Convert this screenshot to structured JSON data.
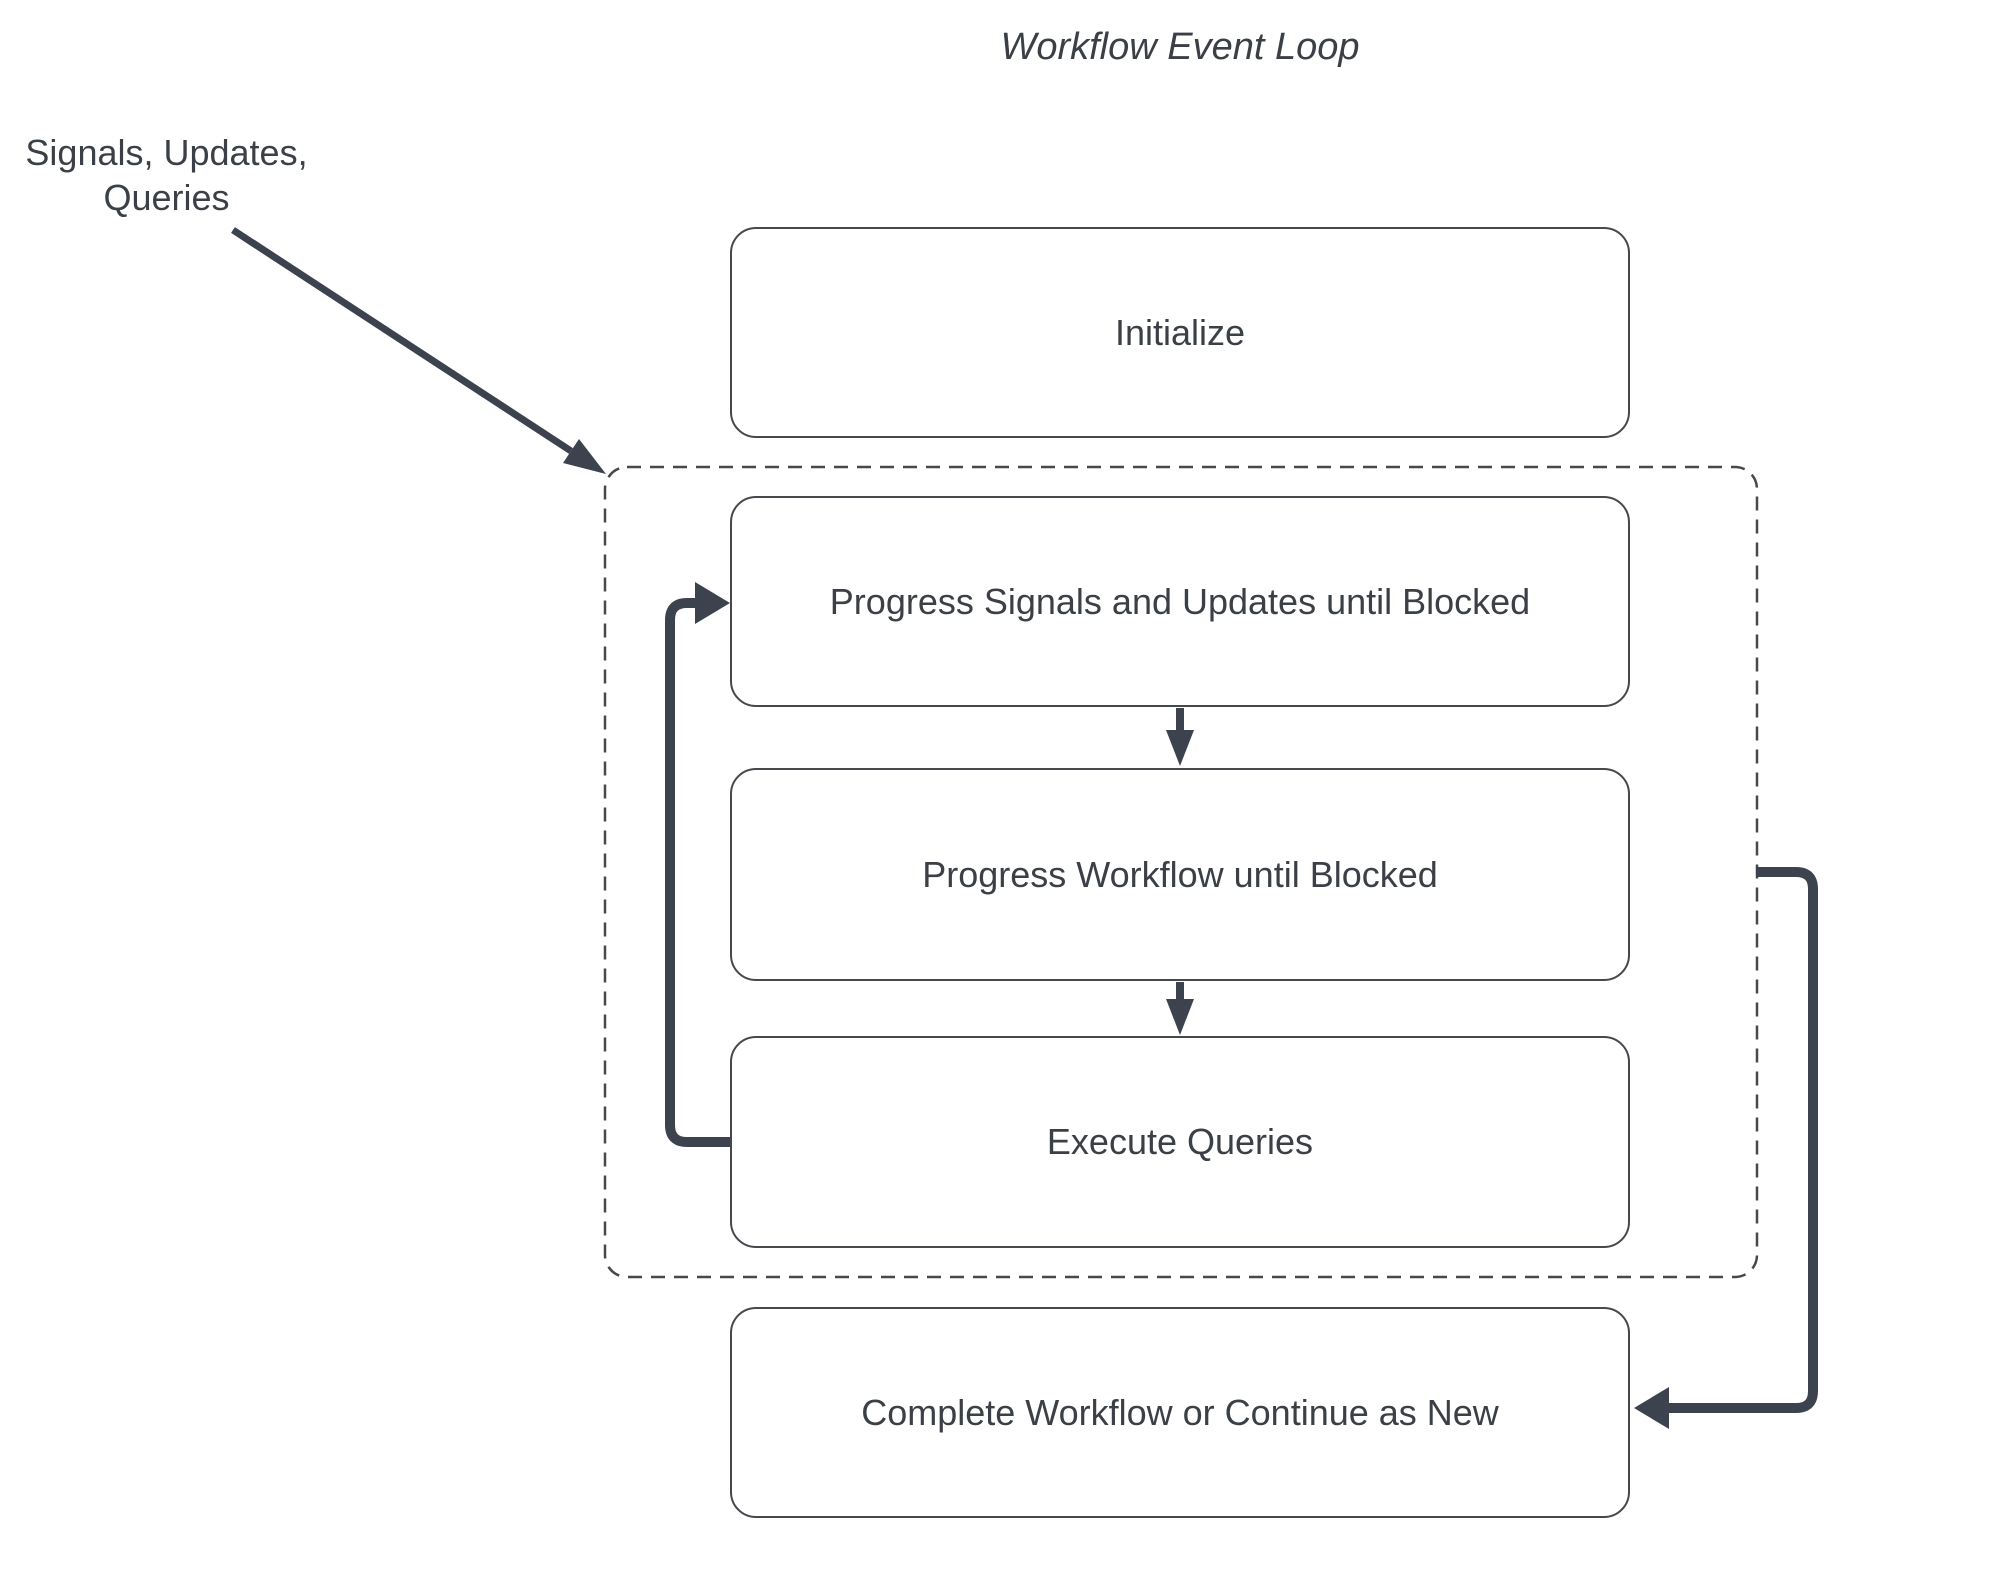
{
  "title": "Workflow Event Loop",
  "annotation": {
    "label": "Signals, Updates,\nQueries"
  },
  "nodes": {
    "initialize": {
      "label": "Initialize"
    },
    "progress_signals": {
      "label": "Progress Signals and Updates until Blocked"
    },
    "progress_workflow": {
      "label": "Progress Workflow until Blocked"
    },
    "execute_queries": {
      "label": "Execute Queries"
    },
    "complete": {
      "label": "Complete Workflow or Continue as New"
    }
  },
  "colors": {
    "background": "#ffffff",
    "arrow": "#3c424e",
    "node_border": "#45484c",
    "dashed_border": "#46484c",
    "text": "#3b3f46"
  }
}
